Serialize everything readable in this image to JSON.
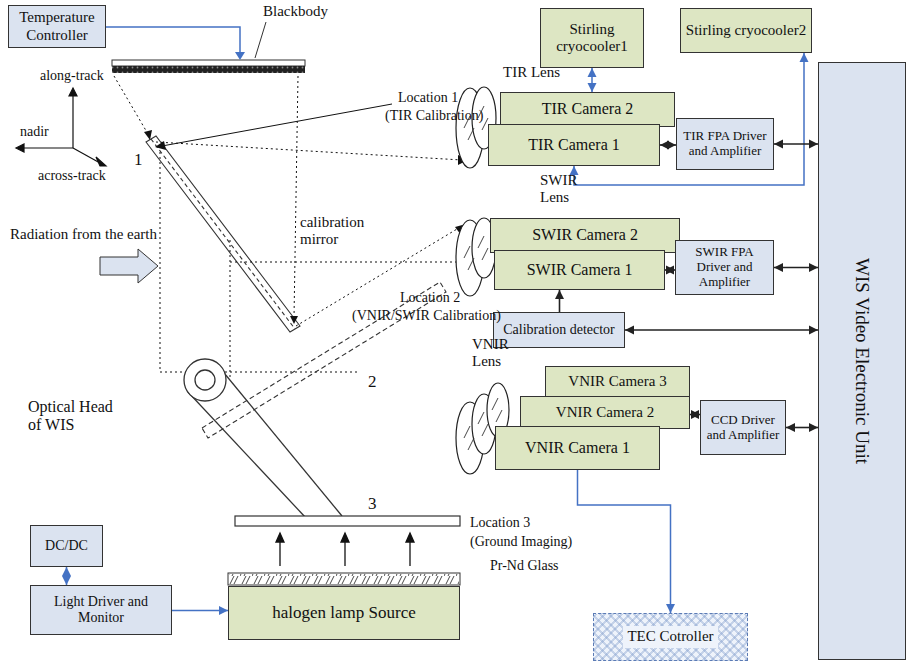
{
  "diagram": {
    "nodes": [
      {
        "text": [
          "Temperature Controller"
        ]
      },
      {
        "text": [
          "Stirling cryocooler1"
        ]
      },
      {
        "text": [
          "Stirling cryocooler2"
        ]
      },
      {
        "text": [
          "TIR Camera 2"
        ]
      },
      {
        "text": [
          "TIR Camera 1"
        ]
      },
      {
        "text": [
          "TIR FPA Driver and Amplifier"
        ]
      },
      {
        "text": [
          "WIS Video Electronic Unit"
        ]
      },
      {
        "text": [
          "SWIR Camera 2"
        ]
      },
      {
        "text": [
          "SWIR Camera 1"
        ]
      },
      {
        "text": [
          "SWIR FPA Driver and Amplifier"
        ]
      },
      {
        "text": [
          "Calibration detector"
        ]
      },
      {
        "text": [
          "VNIR Camera 3"
        ]
      },
      {
        "text": [
          "VNIR Camera 2"
        ]
      },
      {
        "text": [
          "VNIR Camera 1"
        ]
      },
      {
        "text": [
          "CCD Driver and Amplifier"
        ]
      },
      {
        "text": [
          "DC/DC"
        ]
      },
      {
        "text": [
          "Light Driver and Monitor"
        ]
      },
      {
        "text": [
          "halogen lamp Source"
        ]
      },
      {
        "text": [
          "TEC Cotroller"
        ]
      }
    ],
    "edges": [
      {
        "from": 1,
        "to": 3,
        "arrow": "both"
      },
      {
        "from": 2,
        "to": 4,
        "arrow": "both"
      },
      {
        "from": 4,
        "to": 5,
        "arrow": "both"
      },
      {
        "from": 5,
        "to": 6,
        "arrow": "both"
      },
      {
        "from": 8,
        "to": 9,
        "arrow": "both"
      },
      {
        "from": 9,
        "to": 6,
        "arrow": "both"
      },
      {
        "from": 10,
        "to": 8,
        "arrow": "to"
      },
      {
        "from": 10,
        "to": 6,
        "arrow": "both"
      },
      {
        "from": 12,
        "to": 14,
        "arrow": "both"
      },
      {
        "from": 14,
        "to": 6,
        "arrow": "both"
      },
      {
        "from": 13,
        "to": 18,
        "arrow": "to"
      },
      {
        "from": 15,
        "to": 16,
        "arrow": "both"
      },
      {
        "from": 16,
        "to": 17,
        "arrow": "to"
      }
    ],
    "labels": [
      "Blackbody",
      "Location 1",
      "(TIR Calibration)",
      "1",
      "along-track",
      "calibration mirror",
      "nadir",
      "across-track",
      "TIR Lens",
      "SWIR Lens",
      "Radiation from the earth",
      "Location 2",
      "(VNIR/SWIR Calibration)",
      "2",
      "VNIR Lens",
      "Optical Head of WIS",
      "3",
      "Location 3",
      "(Ground Imaging)",
      "Pr-Nd Glass"
    ]
  }
}
